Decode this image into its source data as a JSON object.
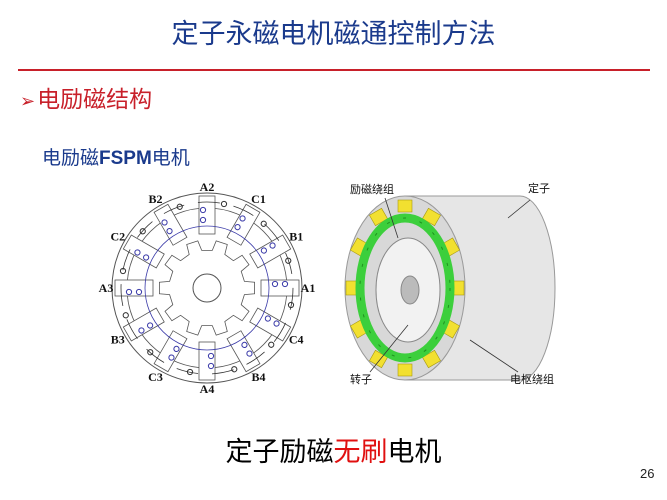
{
  "slide": {
    "title": "定子永磁电机磁通控制方法",
    "section_bullet": "➢",
    "section": "电励磁结构",
    "subtitle_prefix": "电励磁",
    "subtitle_bold": "FSPM",
    "subtitle_suffix": "电机",
    "caption_part1": "定子励磁",
    "caption_highlight": "无刷",
    "caption_part2": "电机",
    "page_number": "26",
    "accent_color": "#c8202a",
    "title_color": "#1a3a8c"
  },
  "left_diagram": {
    "coil_labels": [
      "A1",
      "B1",
      "C1",
      "A2",
      "B2",
      "C2",
      "A3",
      "B3",
      "C3",
      "A4",
      "B4",
      "C4"
    ]
  },
  "right_diagram": {
    "callouts": {
      "field_winding": "励磁绕组",
      "stator": "定子",
      "rotor": "转子",
      "armature_winding": "电枢绕组"
    },
    "colors": {
      "field_winding": "#3ccf3c",
      "armature_winding": "#f2e030",
      "body": "#e6e6e6"
    }
  }
}
